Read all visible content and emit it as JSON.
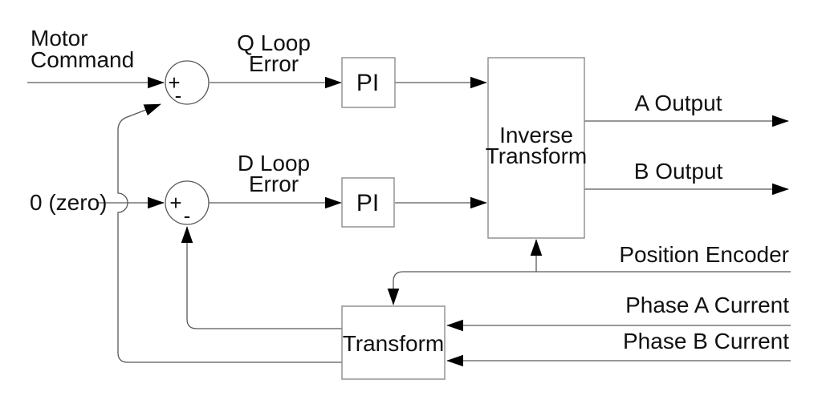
{
  "labels": {
    "motor_command": {
      "line1": "Motor",
      "line2": "Command"
    },
    "zero_input": "0 (zero)",
    "q_loop_error": {
      "line1": "Q Loop",
      "line2": "Error"
    },
    "d_loop_error": {
      "line1": "D Loop",
      "line2": "Error"
    },
    "a_output": "A Output",
    "b_output": "B Output",
    "position_encoder": "Position Encoder",
    "phase_a_current": "Phase A Current",
    "phase_b_current": "Phase B Current"
  },
  "blocks": {
    "pi_q": {
      "label": "PI"
    },
    "pi_d": {
      "label": "PI"
    },
    "inverse_transform": {
      "line1": "Inverse",
      "line2": "Transform"
    },
    "transform": {
      "label": "Transform"
    }
  },
  "summing_junctions": {
    "q_loop": {
      "plus": "+",
      "minus": "-"
    },
    "d_loop": {
      "plus": "+",
      "minus": "-"
    }
  },
  "colors": {
    "background": "#ffffff",
    "wire": "#595959",
    "box_border": "#8c8c8c",
    "arrowhead": "#000000",
    "text": "#111111"
  }
}
